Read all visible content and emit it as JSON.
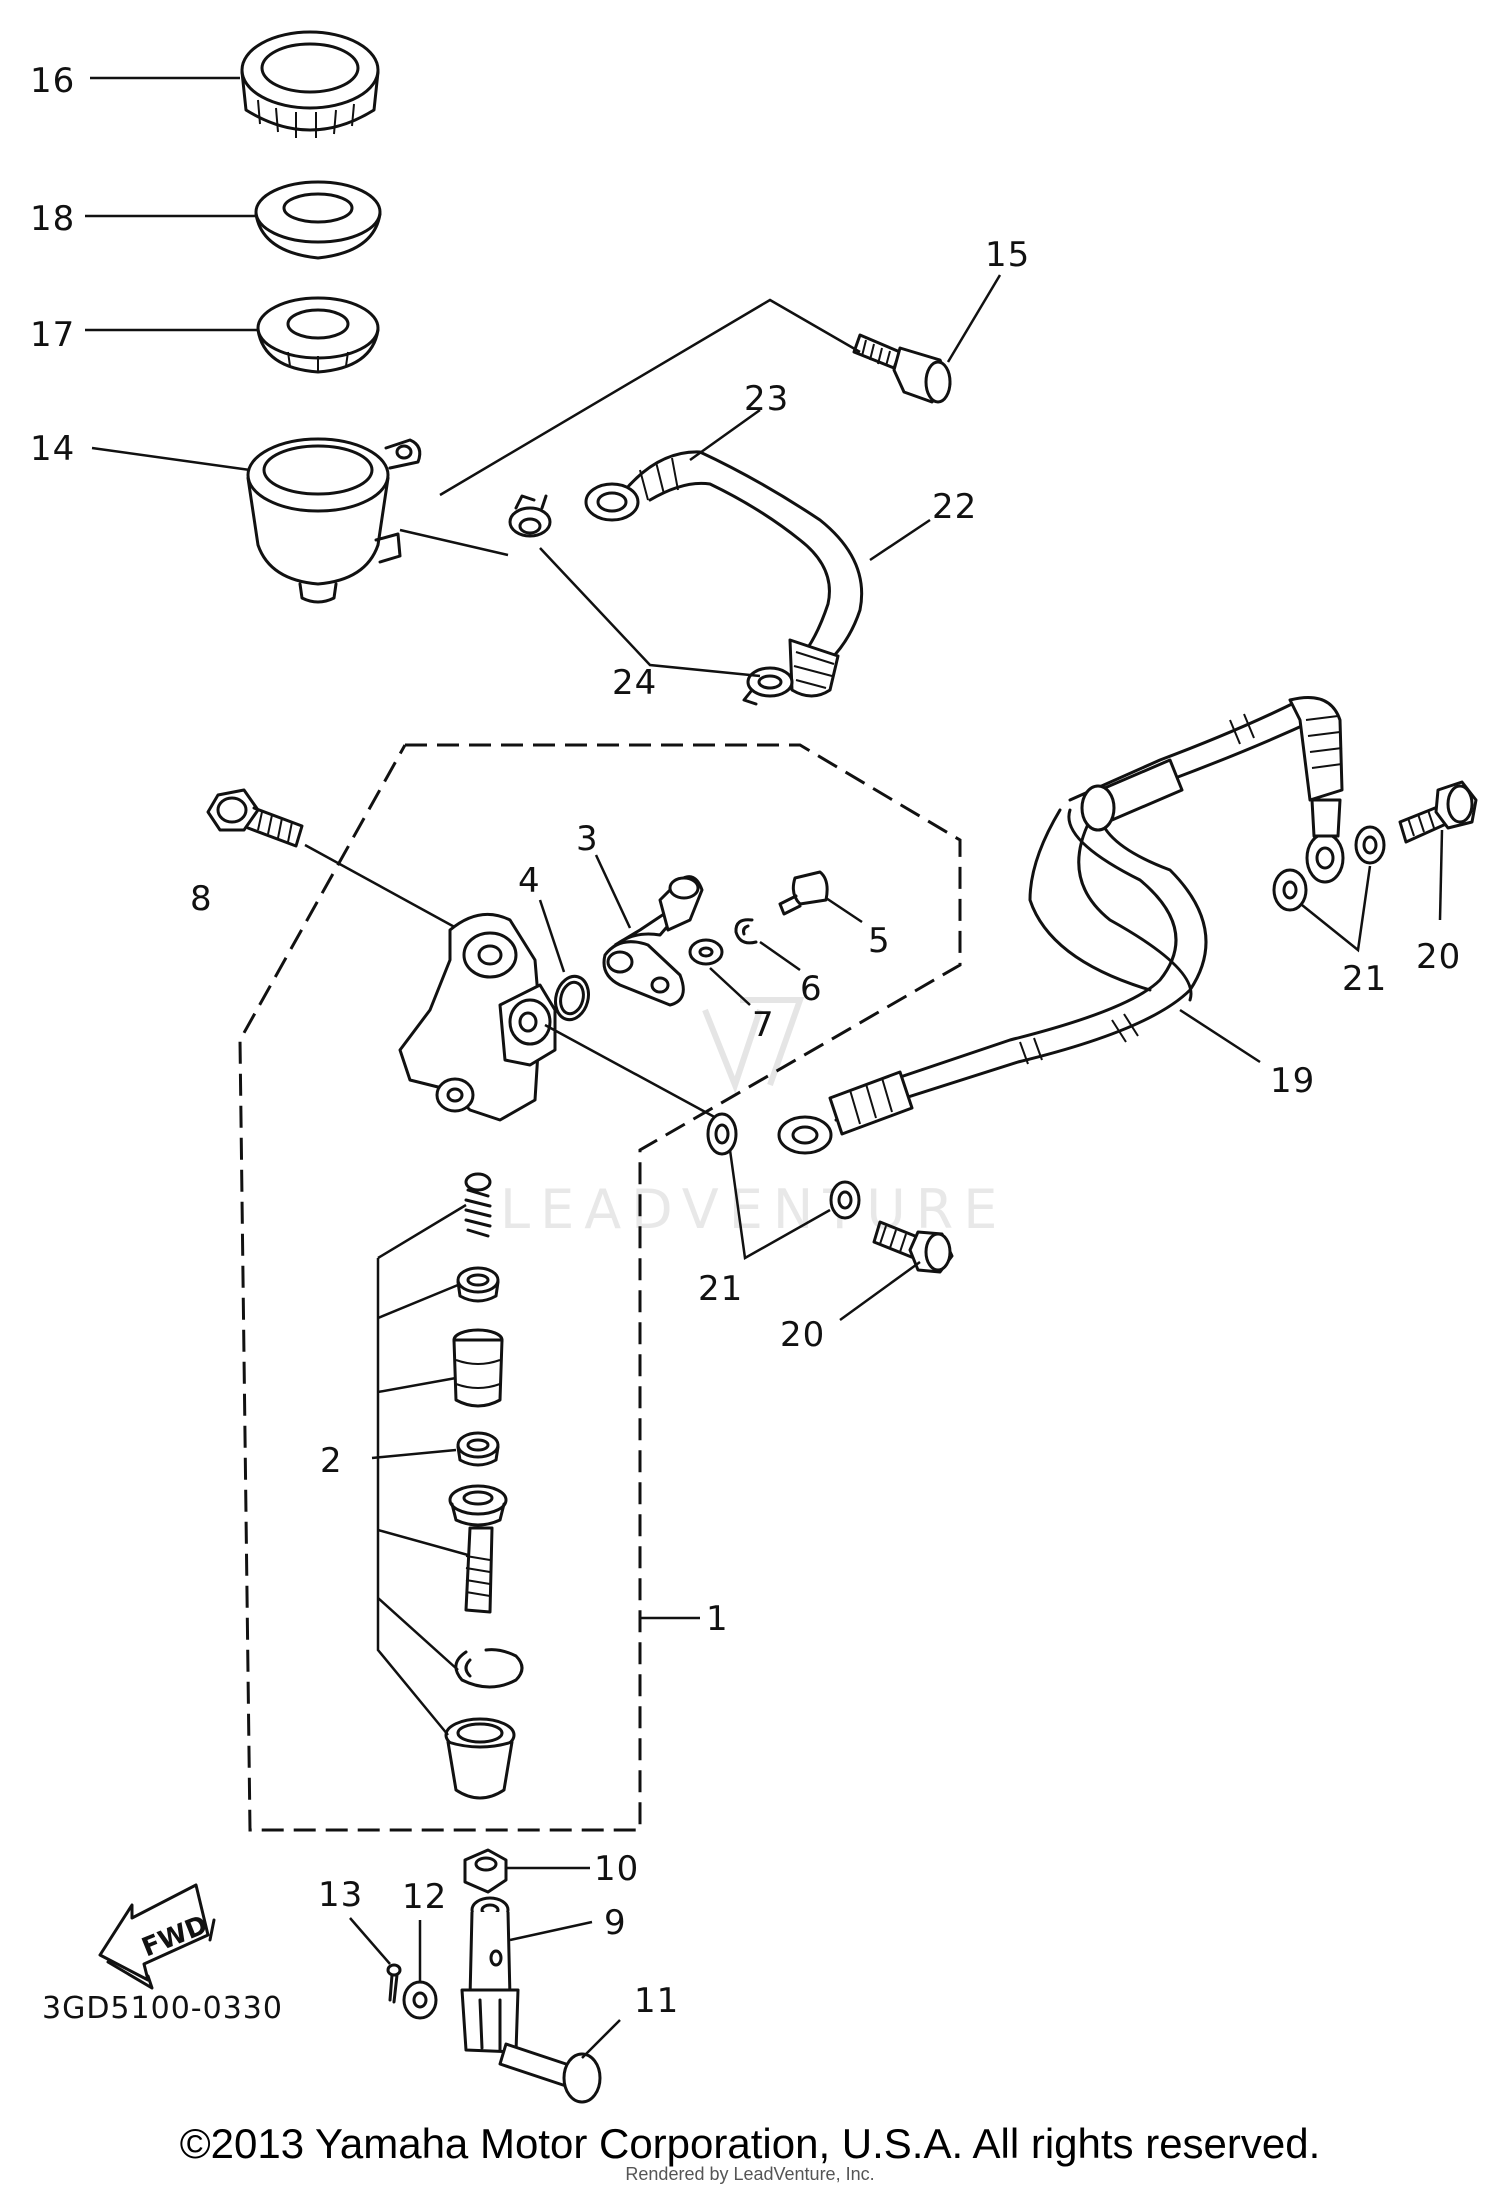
{
  "diagram": {
    "part_numbers": {
      "p1": "1",
      "p2": "2",
      "p3": "3",
      "p4": "4",
      "p5": "5",
      "p6": "6",
      "p7": "7",
      "p8": "8",
      "p9": "9",
      "p10": "10",
      "p11": "11",
      "p12": "12",
      "p13": "13",
      "p14": "14",
      "p15": "15",
      "p16": "16",
      "p17": "17",
      "p18": "18",
      "p19": "19",
      "p20a": "20",
      "p20b": "20",
      "p21a": "21",
      "p21b": "21",
      "p22": "22",
      "p23": "23",
      "p24": "24"
    },
    "fwd_label": "FWD",
    "diagram_code": "3GD5100-0330"
  },
  "watermark": {
    "wordmark": "LEADVENTURE"
  },
  "footer": {
    "copyright": "©2013 Yamaha Motor Corporation, U.S.A. All rights reserved.",
    "rendered_by": "Rendered by LeadVenture, Inc."
  }
}
